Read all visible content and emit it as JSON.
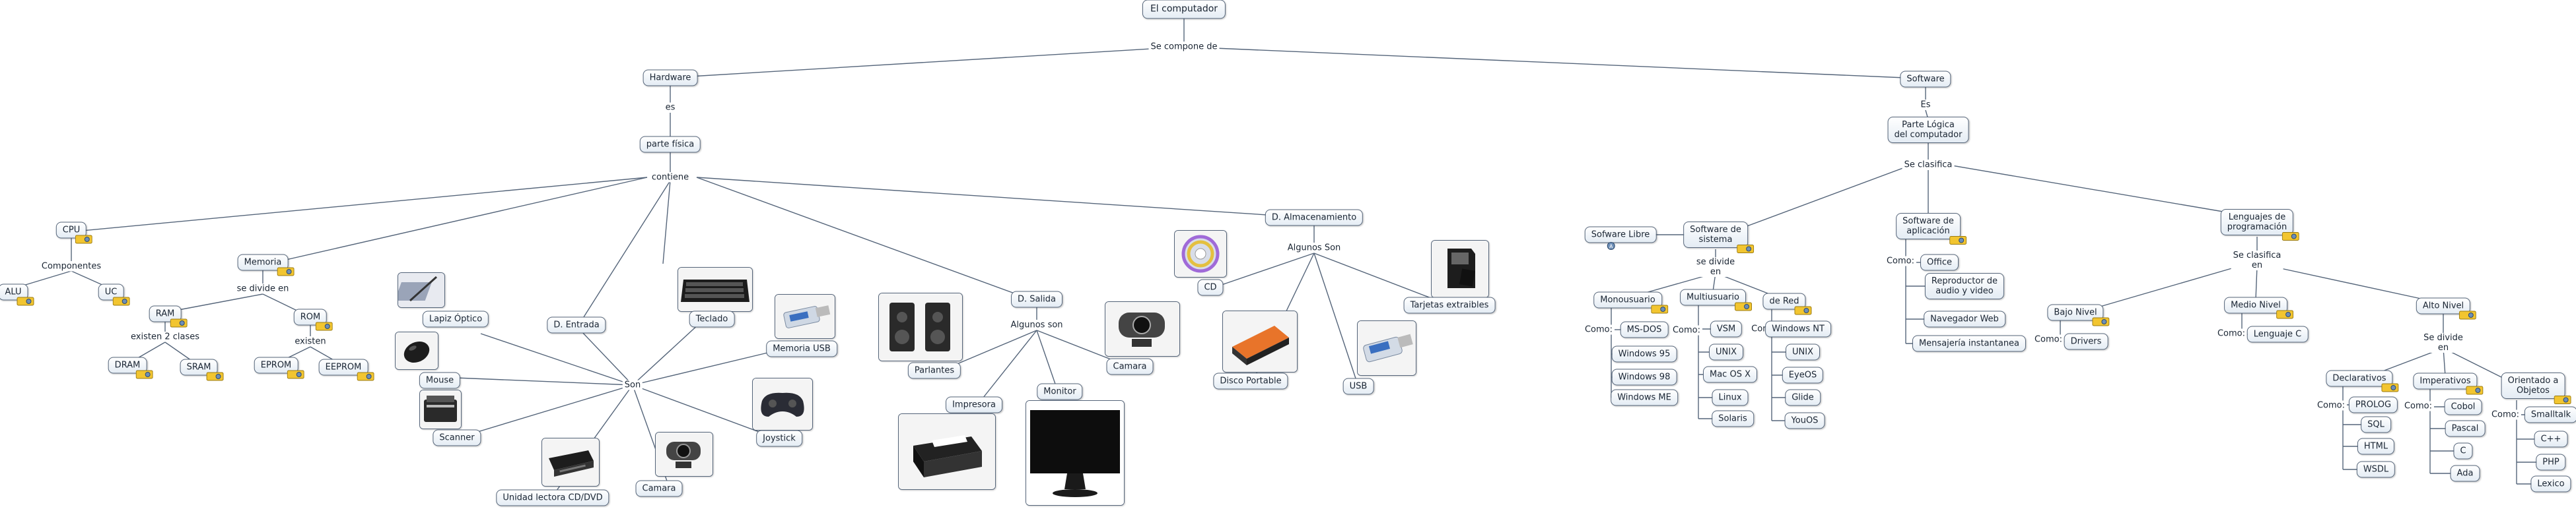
{
  "concepts": {
    "root": "El computador",
    "se_compone_de": "Se compone de",
    "hardware": "Hardware",
    "es": "es",
    "parte_fisica": "parte física",
    "contiene": "contiene",
    "cpu": "CPU",
    "componentes": "Componentes",
    "alu": "ALU",
    "uc": "UC",
    "memoria": "Memoria",
    "se_divide_en": "se divide en",
    "ram": "RAM",
    "rom": "ROM",
    "existen_2_clases": "existen 2 clases",
    "existen": "existen",
    "dram": "DRAM",
    "sram": "SRAM",
    "eprom": "EPROM",
    "eeprom": "EEPROM",
    "lapiz_optico": "Lapiz Óptico",
    "mouse": "Mouse",
    "scanner": "Scanner",
    "d_entrada": "D. Entrada",
    "son": "Son",
    "teclado": "Teclado",
    "memoria_usb": "Memoria USB",
    "joystick": "Joystick",
    "camara_in": "Camara",
    "unidad_lectora": "Unidad lectora CD/DVD",
    "d_salida": "D. Salida",
    "algunos_son": "Algunos son",
    "parlantes": "Parlantes",
    "impresora": "Impresora",
    "monitor": "Monitor",
    "camara_out": "Camara",
    "d_almacenamiento": "D. Almacenamiento",
    "algunos_son_2": "Algunos Son",
    "cd": "CD",
    "disco_portable": "Disco Portable",
    "usb": "USB",
    "tarjetas": "Tarjetas extraibles",
    "software": "Software",
    "es_2": "Es",
    "parte_logica": "Parte Lógica\ndel computador",
    "se_clasifica": "Se clasifica",
    "sofware_libre": "Sofware Libre",
    "software_sistema": "Software de\nsistema",
    "se_divide_en_2": "se divide\nen",
    "monousuario": "Monousuario",
    "multiusuario": "Multiusuario",
    "de_red": "de Red",
    "como_1": "Como:",
    "ms_dos": "MS-DOS",
    "win95": "Windows 95",
    "win98": "Windows 98",
    "winme": "Windows ME",
    "como_2": "Como:",
    "vsm": "VSM",
    "unix": "UNIX",
    "macos": "Mac OS X",
    "linux": "Linux",
    "solaris": "Solaris",
    "como_3": "Como",
    "winnt": "Windows NT",
    "unix2": "UNIX",
    "eyeos": "EyeOS",
    "glide": "Glide",
    "youos": "YouOS",
    "software_aplicacion": "Software de\naplicación",
    "como_4": "Como:",
    "office": "Office",
    "reproductor": "Reproductor de\naudio y video",
    "navegador": "Navegador Web",
    "mensajeria": "Mensajería instantanea",
    "lenguajes": "Lenguajes de\nprogramación",
    "se_clasifica_en": "Se clasifica\nen",
    "bajo_nivel": "Bajo Nivel",
    "como_5": "Como:",
    "drivers": "Drivers",
    "medio_nivel": "Medio Nivel",
    "como_6": "Como:",
    "lenguaje_c": "Lenguaje C",
    "alto_nivel": "Alto Nivel",
    "se_divide_en_3": "Se divide\nen",
    "declarativos": "Declarativos",
    "como_7": "Como:",
    "prolog": "PROLOG",
    "sql": "SQL",
    "html": "HTML",
    "wsdl": "WSDL",
    "imperativos": "Imperativos",
    "como_8": "Como:",
    "cobol": "Cobol",
    "pascal": "Pascal",
    "c": "C",
    "ada": "Ada",
    "orientado": "Orientado a\nObjetos",
    "como_9": "Como:",
    "smalltalk": "Smalltalk",
    "cpp": "C++",
    "php": "PHP",
    "lexico": "Lexico"
  },
  "colors": {
    "line": "#55657a",
    "node_fill": "#e4ecf4",
    "tag": "#f2c530"
  }
}
